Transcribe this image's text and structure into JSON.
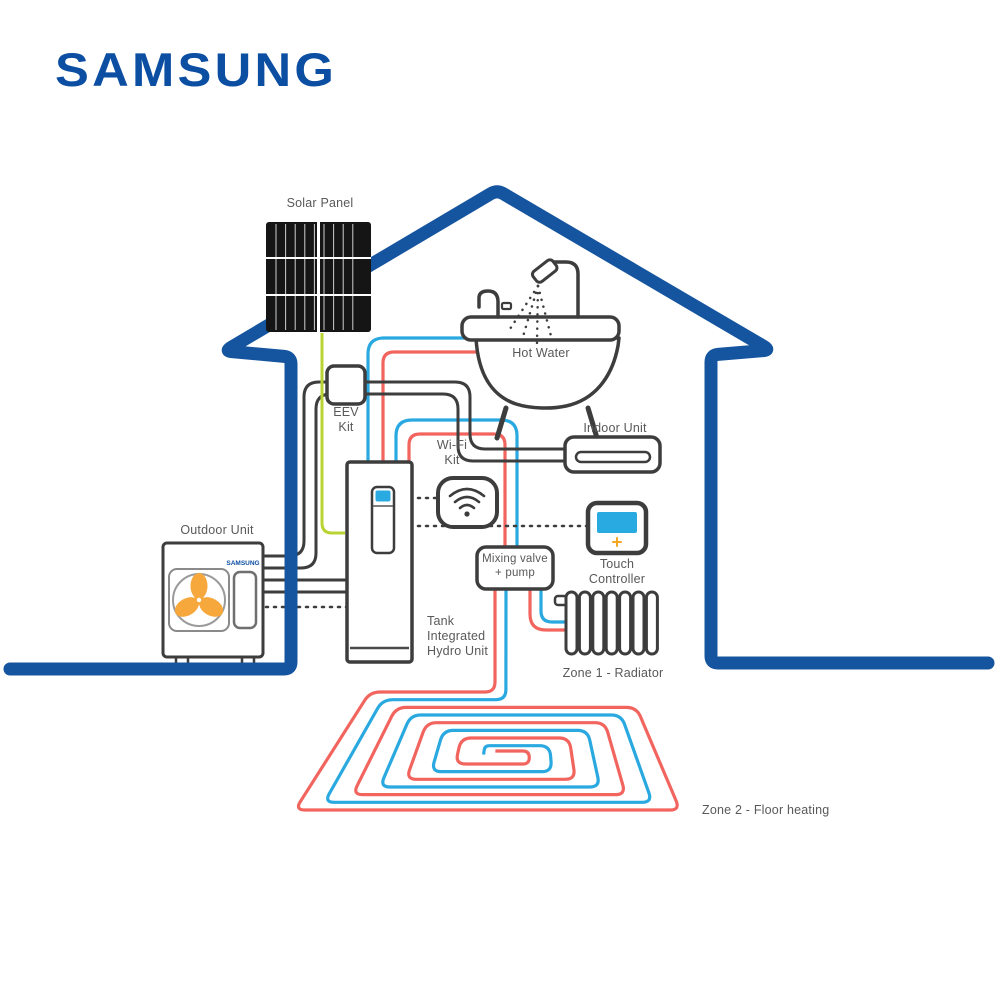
{
  "brand": {
    "logo": "SAMSUNG"
  },
  "colors": {
    "house": "#15549e",
    "hot": "#f2655f",
    "cold": "#29a9e0",
    "dark": "#3d3d3d",
    "cable": "#b8d433",
    "screen": "#29abe2",
    "fan": "#f6a83c",
    "label": "#595959",
    "logo": "#0b4ea2",
    "plus": "#f5a623"
  },
  "labels": {
    "solar_panel": "Solar Panel",
    "eev_kit_line1": "EEV",
    "eev_kit_line2": "Kit",
    "wifi_kit_line1": "Wi-Fi",
    "wifi_kit_line2": "Kit",
    "hot_water": "Hot Water",
    "indoor_unit": "Indoor Unit",
    "touch_controller_line1": "Touch",
    "touch_controller_line2": "Controller",
    "mixing_valve_line1": "Mixing valve",
    "mixing_valve_line2": "+ pump",
    "outdoor_unit": "Outdoor Unit",
    "outdoor_unit_brand": "SAMSUNG",
    "tank_line1": "Tank",
    "tank_line2": "Integrated",
    "tank_line3": "Hydro Unit",
    "zone1": "Zone 1 - Radiator",
    "zone2": "Zone 2 - Floor heating"
  }
}
